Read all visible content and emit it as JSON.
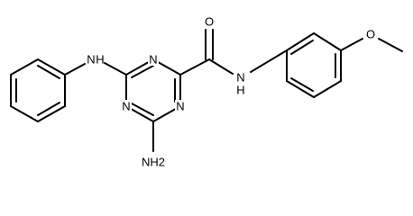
{
  "molecule": {
    "atom_labels": {
      "N_left_anilino": "N",
      "H_left_anilino": "H",
      "N_triazine_top": "N",
      "N_triazine_right": "N",
      "N_triazine_bottom_left": "N",
      "O_carbonyl": "O",
      "N_amide": "N",
      "H_amide": "H",
      "O_ether": "O",
      "NH2_amino": "NH2"
    }
  }
}
